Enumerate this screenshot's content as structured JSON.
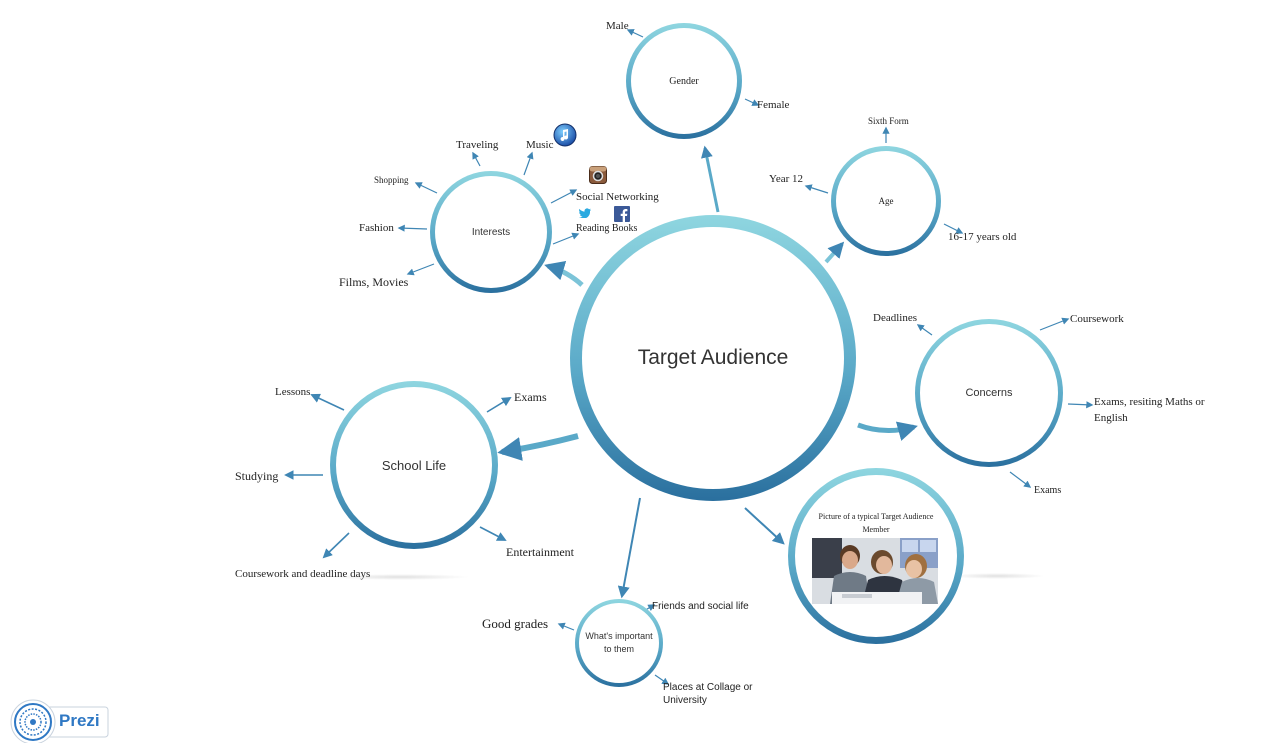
{
  "colors": {
    "ring_light": "#8fd6e0",
    "ring_dark": "#2a6f9e",
    "arrow": "#3f86b4"
  },
  "main": {
    "label": "Target Audience"
  },
  "gender": {
    "label": "Gender",
    "items": [
      "Male",
      "Female"
    ]
  },
  "interests": {
    "label": "Interests",
    "items": [
      "Traveling",
      "Music",
      "Shopping",
      "Social Networking",
      "Fashion",
      "Reading Books",
      "Films, Movies"
    ]
  },
  "age": {
    "label": "Age",
    "items": [
      "Sixth Form",
      "Year 12",
      "16-17 years old"
    ]
  },
  "concerns": {
    "label": "Concerns",
    "items": [
      "Deadlines",
      "Coursework",
      "Exams, resiting Maths or",
      "English",
      "Exams"
    ]
  },
  "school_life": {
    "label": "School Life",
    "items": [
      "Lessons",
      "Exams",
      "Studying",
      "Entertainment",
      "Coursework and deadline days"
    ]
  },
  "important": {
    "label_line1": "What's important",
    "label_line2": "to them",
    "items": [
      "Friends and social life",
      "Good grades",
      "Places at Collage or",
      "University"
    ]
  },
  "picture": {
    "caption_line1": "Picture of a typical Target Audience",
    "caption_line2": "Member"
  },
  "icons": [
    "itunes-icon",
    "instagram-icon",
    "twitter-icon",
    "facebook-icon"
  ],
  "branding": {
    "logo_text": "Prezi"
  }
}
